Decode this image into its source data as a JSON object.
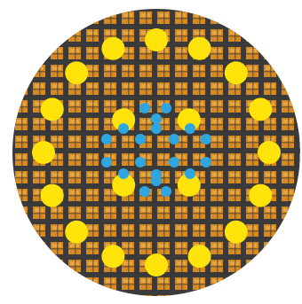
{
  "colors": {
    "background": "#ffffff",
    "disc_dark": "#3a3a3a",
    "weave_orange": "#d98a1f",
    "weave_light": "#f0b04a",
    "outer_dot": "#ffe30a",
    "inner_dot": "#2fa6e0"
  },
  "diagram": {
    "outer_ring_count": 16,
    "middle_ring_count": 4,
    "inner_cluster_count": 20
  }
}
